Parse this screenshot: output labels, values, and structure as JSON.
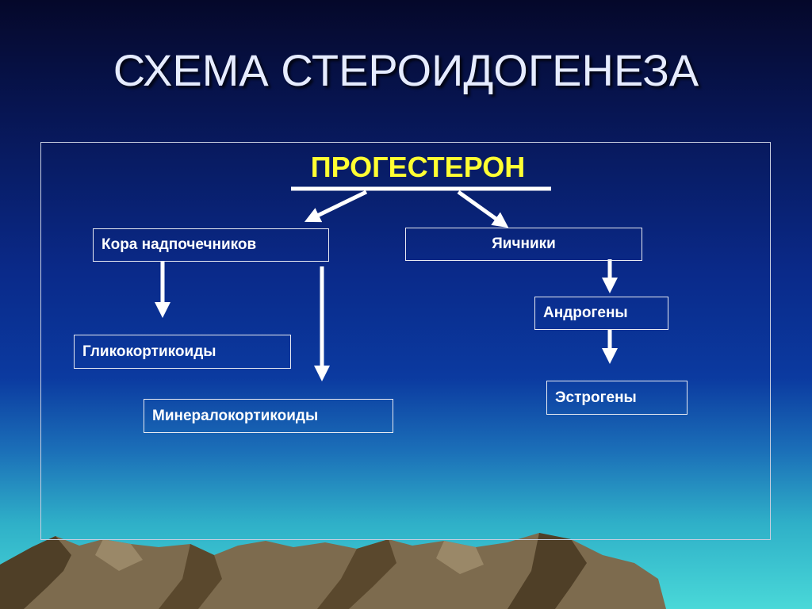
{
  "slide": {
    "title": "СХЕМА СТЕРОИДОГЕНЕЗА"
  },
  "diagram": {
    "root": "ПРОГЕСТЕРОН",
    "nodes": {
      "adrenal_cortex": "Кора надпочечников",
      "ovaries": "Яичники",
      "glucocorticoids": "Гликокортикоиды",
      "mineralocorticoids": "Минералокортикоиды",
      "androgens": "Андрогены",
      "estrogens": "Эстрогены"
    },
    "edges": [
      [
        "ПРОГЕСТЕРОН",
        "Кора надпочечников"
      ],
      [
        "ПРОГЕСТЕРОН",
        "Яичники"
      ],
      [
        "Кора надпочечников",
        "Гликокортикоиды"
      ],
      [
        "Кора надпочечников",
        "Минералокортикоиды"
      ],
      [
        "Яичники",
        "Андрогены"
      ],
      [
        "Андрогены",
        "Эстрогены"
      ]
    ]
  },
  "colors": {
    "root_text": "#ffff33",
    "node_text": "#ffffff",
    "arrow": "#ffffff",
    "title_text": "#e6ecff"
  }
}
